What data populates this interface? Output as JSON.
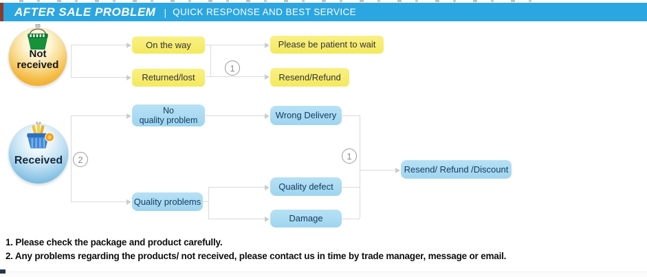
{
  "banner": {
    "title": "AFTER SALE PROBLEM",
    "separator": "|",
    "subtitle": "QUICK RESPONSE AND BEST SERVICE"
  },
  "flow": {
    "not_received": {
      "label_line1": "Not",
      "label_line2": "received",
      "icon": "green-shopping-basket",
      "on_the_way": "On the way",
      "returned_lost": "Returned/lost",
      "please_wait": "Please be patient to wait",
      "resend_refund": "Resend/Refund",
      "step_marker": "1"
    },
    "received": {
      "label": "Received",
      "icon": "blue-shopping-basket",
      "step_marker": "2",
      "no_quality_problem_line1": "No",
      "no_quality_problem_line2": "quality problem",
      "quality_problems": "Quality problems",
      "wrong_delivery": "Wrong Delivery",
      "quality_defect": "Quality defect",
      "damage": "Damage",
      "converge_marker": "1",
      "resolution": "Resend/ Refund /Discount"
    }
  },
  "notes": [
    "1. Please check the package and product carefully.",
    "2. Any problems regarding the products/ not received, please contact us in time by trade manager, message or email."
  ],
  "colors": {
    "banner_bg": "#2ca6e0",
    "banner_edge": "#8b3a2e",
    "yellow_box": "#f6ec6d",
    "blue_box": "#a9daf2",
    "connector": "#d9d9d9",
    "box_text_dark": "#32323a",
    "box_text_navy": "#14395f"
  }
}
